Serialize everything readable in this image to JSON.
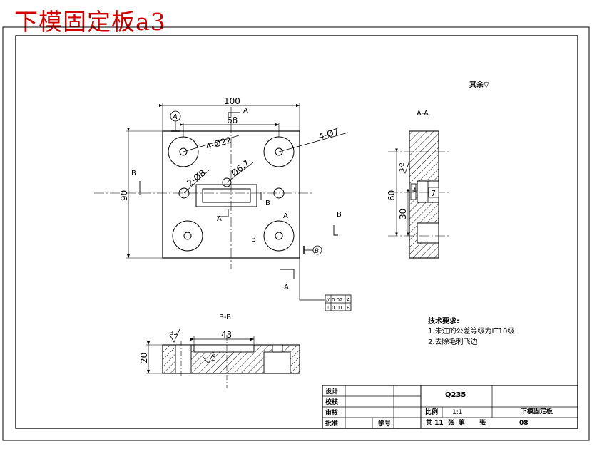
{
  "title": "下模固定板a3",
  "roughness_note": "其余▽",
  "views": {
    "front": {
      "width_dim": "100",
      "spacing_dim": "68",
      "height_dim": "90",
      "big_holes": "4-Ø22",
      "small_holes": "4-Ø7",
      "pin_holes": "2-Ø8",
      "slot_hole": "Ø6.7",
      "datum": "A",
      "section_a": "A",
      "section_b": "B"
    },
    "section_aa": {
      "label": "A-A",
      "dim_60": "60",
      "dim_30": "30",
      "dim_4": "4",
      "dim_7": "7",
      "roughness": "3.2"
    },
    "section_bb": {
      "label": "B-B",
      "dim_43": "43",
      "dim_20": "20",
      "roughness": "3.2",
      "roughness2": "1.6"
    },
    "tolerance": {
      "row1_value": "0.02",
      "row1_ref": "A",
      "row2_value": "0.01",
      "row2_ref": "B"
    }
  },
  "tech_requirements": {
    "heading": "技术要求:",
    "item1": "1.未注的公差等级为IT10级",
    "item2": "2.去除毛刺飞边"
  },
  "title_block": {
    "design": "设计",
    "check": "校核",
    "review": "审核",
    "approve": "批准",
    "student_no": "学号",
    "material": "Q235",
    "scale_label": "比例",
    "scale_value": "1:1",
    "part_name": "下模固定板",
    "sheet_total": "共 11",
    "sheet_word": "张",
    "sheet_no_label": "第",
    "sheet_no_word": "张",
    "drawing_no": "08"
  }
}
